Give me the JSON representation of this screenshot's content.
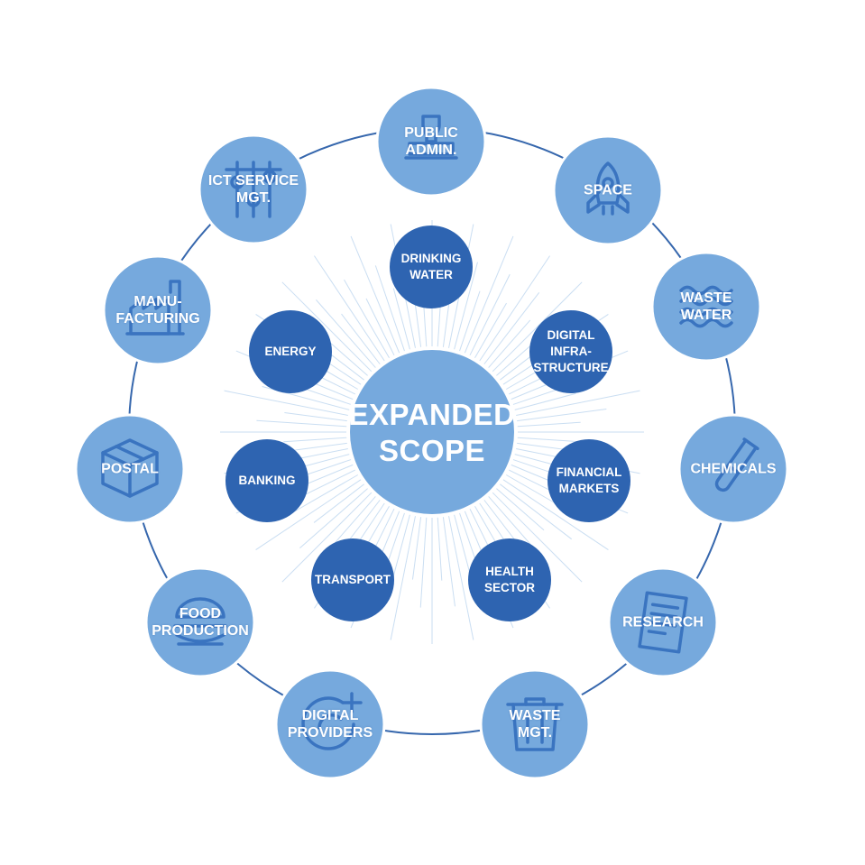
{
  "colors": {
    "outer_circle": "#76a9dd",
    "outer_circle_border": "#ffffff",
    "inner_circle": "#2e64b1",
    "center_circle": "#76a9dd",
    "ring": "#3667ad",
    "icon_stroke": "#3a74c0",
    "ray": "#9fc3e8",
    "label": "#ffffff"
  },
  "center": {
    "label": "EXPANDED\nSCOPE"
  },
  "outer_sectors": [
    {
      "label": "PUBLIC\nADMIN.",
      "icon": "stamp-icon"
    },
    {
      "label": "SPACE",
      "icon": "rocket-icon"
    },
    {
      "label": "WASTE\nWATER",
      "icon": "water-waves-icon"
    },
    {
      "label": "CHEMICALS",
      "icon": "test-tube-icon"
    },
    {
      "label": "RESEARCH",
      "icon": "document-icon"
    },
    {
      "label": "WASTE\nMGT.",
      "icon": "trash-bin-icon"
    },
    {
      "label": "DIGITAL\nPROVIDERS",
      "icon": "digital-plus-icon"
    },
    {
      "label": "FOOD\nPRODUCTION",
      "icon": "burger-icon"
    },
    {
      "label": "POSTAL",
      "icon": "package-box-icon"
    },
    {
      "label": "MANU-\nFACTURING",
      "icon": "factory-icon"
    },
    {
      "label": "ICT SERVICE\nMGT.",
      "icon": "sliders-icon"
    }
  ],
  "inner_sectors": [
    {
      "label": "DRINKING\nWATER"
    },
    {
      "label": "DIGITAL\nINFRA-\nSTRUCTURE"
    },
    {
      "label": "FINANCIAL\nMARKETS"
    },
    {
      "label": "HEALTH\nSECTOR"
    },
    {
      "label": "TRANSPORT"
    },
    {
      "label": "BANKING"
    },
    {
      "label": "ENERGY"
    }
  ]
}
